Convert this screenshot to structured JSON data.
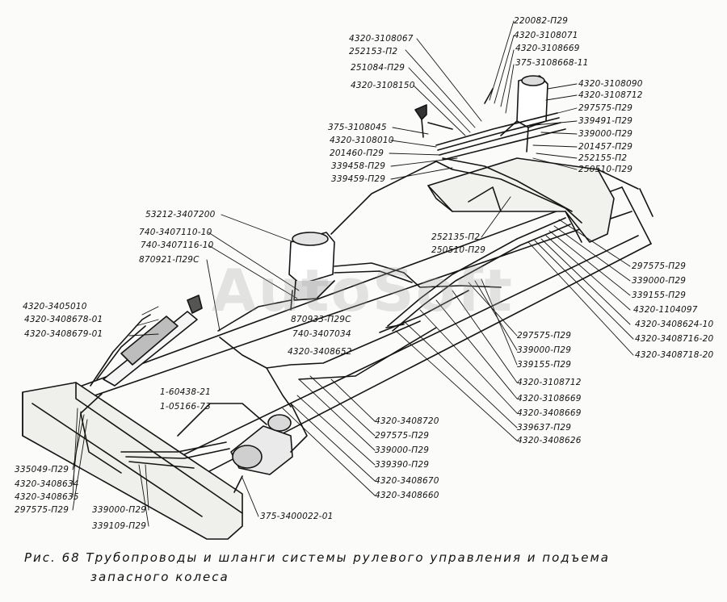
{
  "watermark": "AutoSoft",
  "caption": {
    "line1": "Рис. 68 Трубопроводы и шланги системы рулевого управления и подъема",
    "line2": "запасного колеса"
  },
  "labels": {
    "l01": "220082-П29",
    "l02": "4320-3108067",
    "l03": "4320-3108071",
    "l04": "252153-П2",
    "l05": "4320-3108669",
    "l06": "251084-П29",
    "l07": "375-3108668-11",
    "l08": "4320-3108150",
    "l09": "4320-3108090",
    "l10": "4320-3108712",
    "l11": "297575-П29",
    "l12": "339491-П29",
    "l13": "375-3108045",
    "l14": "339000-П29",
    "l15": "4320-3108010",
    "l16": "201457-П29",
    "l17": "201460-П29",
    "l18": "252155-П2",
    "l19": "339458-П29",
    "l20": "250510-П29",
    "l21": "339459-П29",
    "l22": "53212-3407200",
    "l23": "252135-П2",
    "l24": "740-3407110-10",
    "l25": "250510-П29",
    "l26": "740-3407116-10",
    "l27": "870921-П29С",
    "l28": "297575-П29",
    "l29": "339000-П29",
    "l30": "339155-П29",
    "l31": "4320-3405010",
    "l32": "4320-1104097",
    "l33": "4320-3408678-01",
    "l34": "870933-П29С",
    "l35": "4320-3408624-10",
    "l36": "4320-3408679-01",
    "l37": "740-3407034",
    "l38": "4320-3408716-20",
    "l39": "4320-3408652",
    "l40": "297575-П29",
    "l41": "4320-3408718-20",
    "l42": "339000-П29",
    "l43": "339155-П29",
    "l44": "4320-3108712",
    "l45": "1-60438-21",
    "l46": "4320-3108669",
    "l47": "1-05166-73",
    "l48": "4320-3408669",
    "l49": "339637-П29",
    "l50": "4320-3408720",
    "l51": "4320-3408626",
    "l52": "297575-П29",
    "l53": "339000-П29",
    "l54": "339390-П29",
    "l55": "335049-П29",
    "l56": "4320-3408634",
    "l57": "4320-3408670",
    "l58": "4320-3408635",
    "l59": "4320-3408660",
    "l60": "297575-П29",
    "l61": "339000-П29",
    "l62": "375-3400022-01",
    "l63": "339109-П29"
  }
}
